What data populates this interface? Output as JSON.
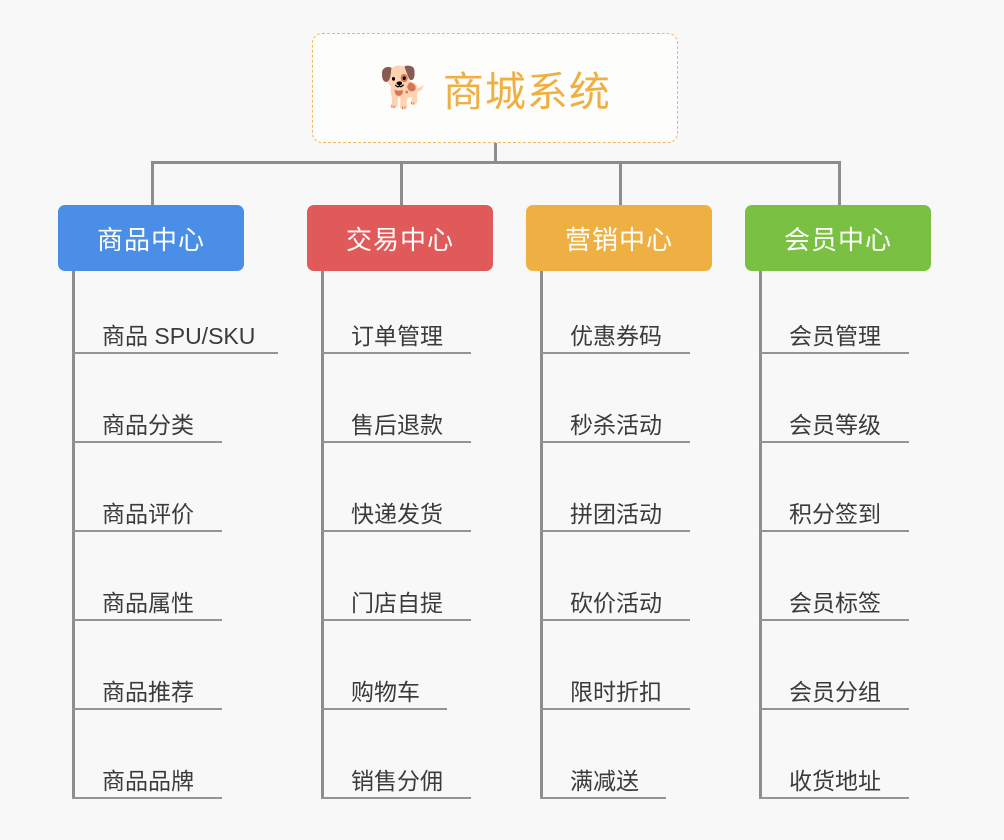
{
  "background": "#f8f8f8",
  "root": {
    "icon": "shiba-dog-face-emoji",
    "emoji": "🐕",
    "title": "商城系统",
    "title_color": "#eeb043",
    "border_color": "#edb95e"
  },
  "connector_color": "#8d8d8d",
  "branches": [
    {
      "key": "product-center",
      "label": "商品中心",
      "color": "#4a8ee8",
      "items": [
        "商品 SPU/SKU",
        "商品分类",
        "商品评价",
        "商品属性",
        "商品推荐",
        "商品品牌"
      ]
    },
    {
      "key": "trade-center",
      "label": "交易中心",
      "color": "#e15a5a",
      "items": [
        "订单管理",
        "售后退款",
        "快递发货",
        "门店自提",
        "购物车",
        "销售分佣"
      ]
    },
    {
      "key": "marketing-center",
      "label": "营销中心",
      "color": "#eeb043",
      "items": [
        "优惠券码",
        "秒杀活动",
        "拼团活动",
        "砍价活动",
        "限时折扣",
        "满减送"
      ]
    },
    {
      "key": "member-center",
      "label": "会员中心",
      "color": "#7ac143",
      "items": [
        "会员管理",
        "会员等级",
        "积分签到",
        "会员标签",
        "会员分组",
        "收货地址"
      ]
    }
  ]
}
